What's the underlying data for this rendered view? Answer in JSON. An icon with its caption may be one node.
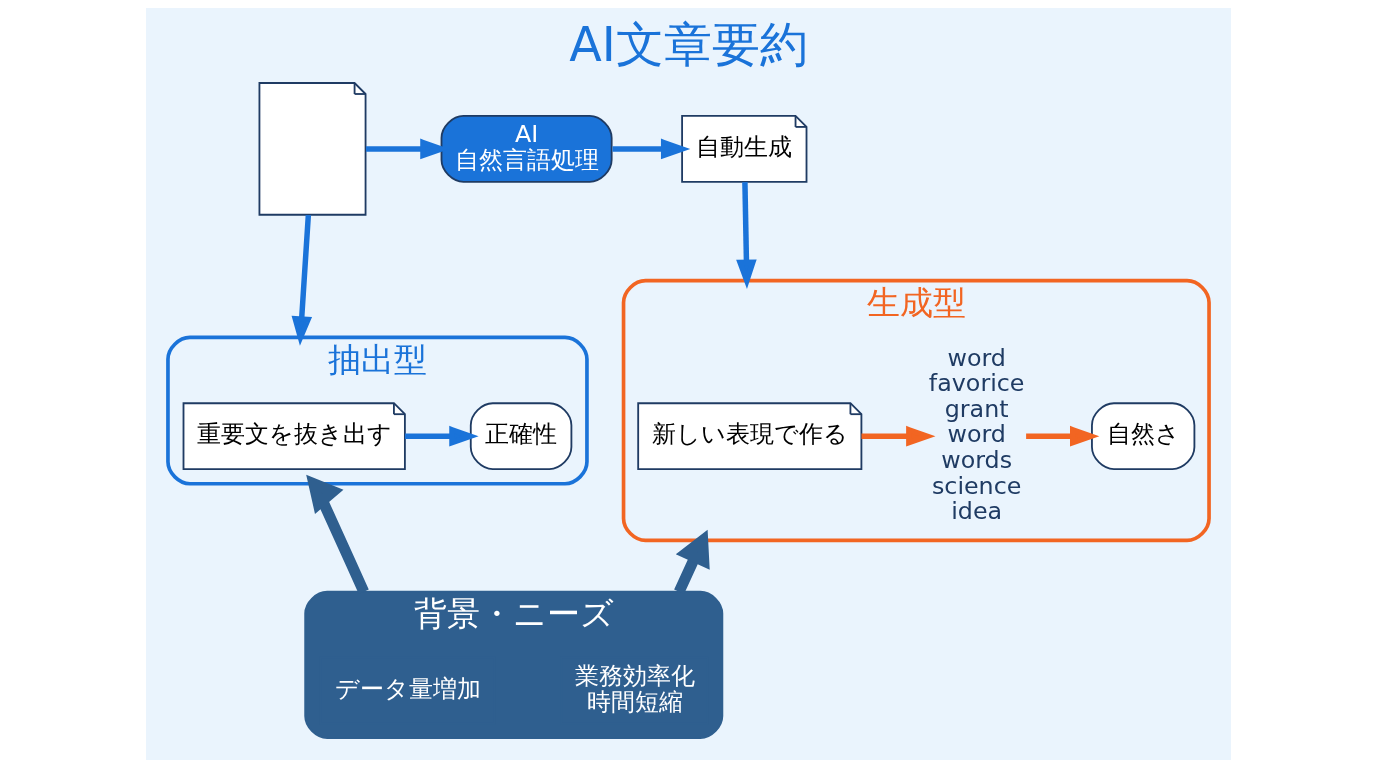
{
  "diagram": {
    "title": "AI文章要約",
    "nodes": [
      {
        "text": [],
        "shape": "document"
      },
      {
        "text": [
          "AI",
          "自然言語処理"
        ]
      },
      {
        "text": [
          "自動生成"
        ]
      },
      {
        "text": [
          "抽出型"
        ]
      },
      {
        "text": [
          "重要文を抜き出す"
        ],
        "in": 3
      },
      {
        "text": [
          "正確性"
        ],
        "in": 3
      },
      {
        "text": [
          "生成型"
        ]
      },
      {
        "text": [
          "新しい表現で作る"
        ],
        "in": 6
      },
      {
        "text": [
          "word",
          "favorice",
          "grant",
          "word",
          "words",
          "science",
          "idea"
        ],
        "in": 6
      },
      {
        "text": [
          "自然さ"
        ],
        "in": 6
      },
      {
        "text": [
          "背景・ニーズ"
        ]
      },
      {
        "text": [
          "データ量増加"
        ],
        "in": 10
      },
      {
        "text": [
          "業務効率化",
          "時間短縮"
        ],
        "in": 10
      }
    ],
    "edges": [
      {
        "from": 0,
        "to": 1,
        "arrow": "to"
      },
      {
        "from": 1,
        "to": 2,
        "arrow": "to"
      },
      {
        "from": 0,
        "to": 3,
        "arrow": "to"
      },
      {
        "from": 2,
        "to": 6,
        "arrow": "to"
      },
      {
        "from": 4,
        "to": 5,
        "arrow": "to"
      },
      {
        "from": 7,
        "to": 8,
        "arrow": "to",
        "color": "#f26522"
      },
      {
        "from": 8,
        "to": 9,
        "arrow": "to",
        "color": "#f26522"
      },
      {
        "from": 10,
        "to": 3,
        "arrow": "to",
        "color": "#2f5f8f",
        "style": "thick"
      },
      {
        "from": 10,
        "to": 6,
        "arrow": "to",
        "color": "#2f5f8f",
        "style": "thick"
      }
    ]
  }
}
